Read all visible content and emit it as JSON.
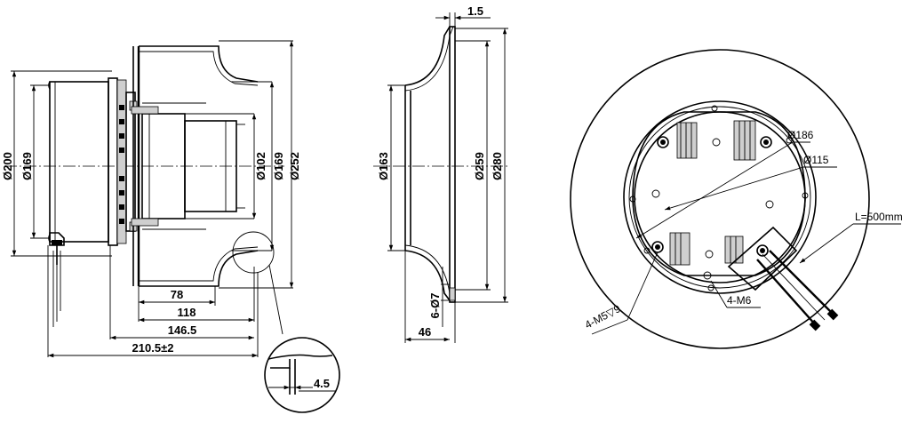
{
  "side_view": {
    "left_diameters": [
      "Ø200",
      "Ø169"
    ],
    "right_diameters": [
      "Ø102",
      "Ø169",
      "Ø252"
    ],
    "lengths": [
      "78",
      "118",
      "146.5",
      "210.5±2"
    ],
    "detail_dimension": "4.5"
  },
  "inlet_ring_view": {
    "thickness": "1.5",
    "inner_diameter": "Ø163",
    "diameters": [
      "Ø259",
      "Ø280"
    ],
    "holes": "6-Ø7",
    "depth": "46"
  },
  "front_view": {
    "diameters": [
      "Ø186",
      "Ø115"
    ],
    "cable_length": "L=500mm",
    "screw_spec": "4-M5▽9",
    "nut_spec": "4-M6"
  }
}
